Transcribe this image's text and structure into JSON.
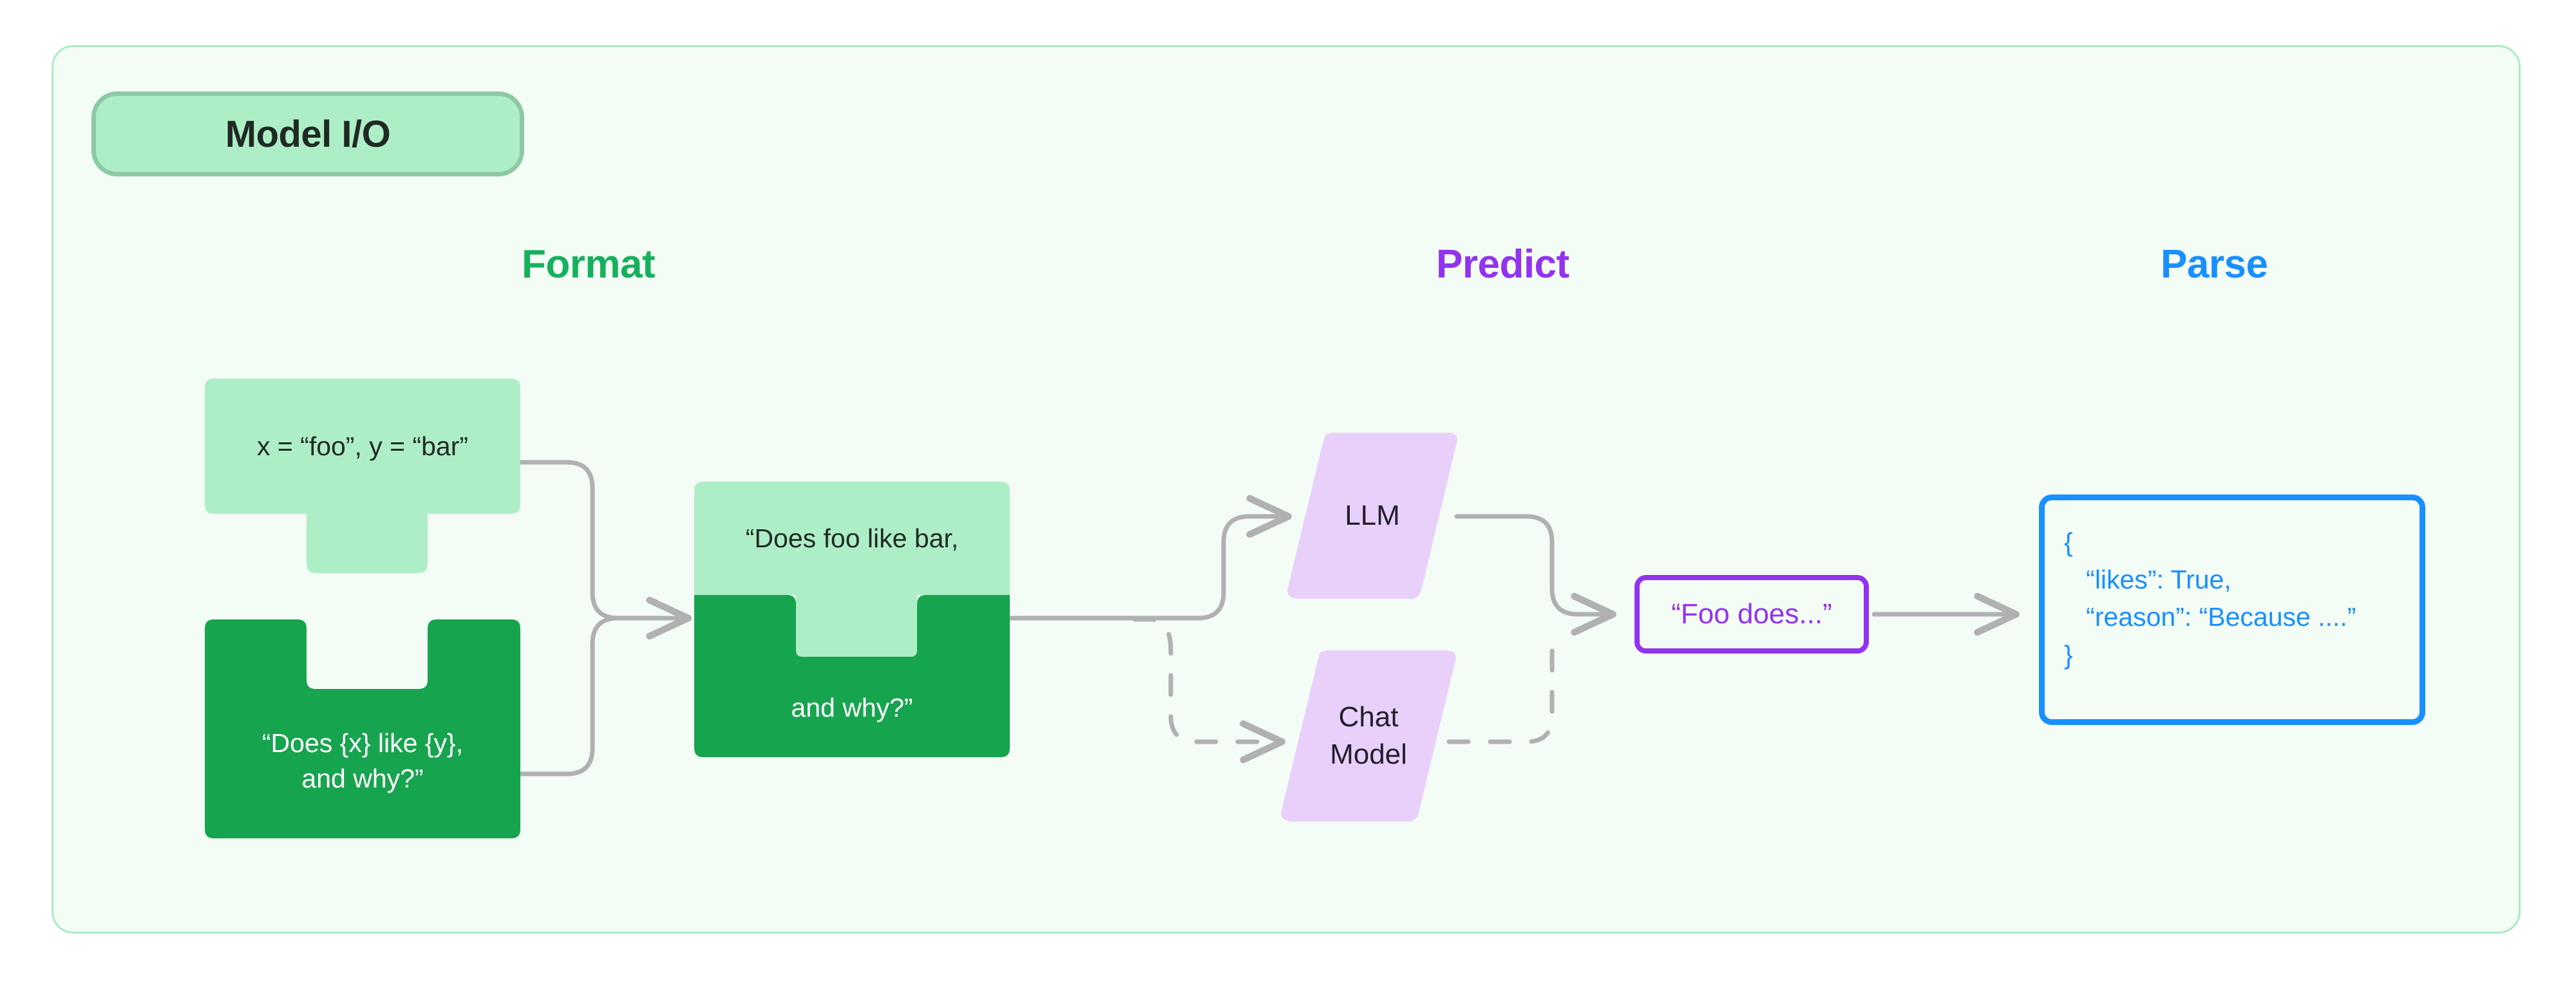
{
  "panel": {
    "badge_label": "Model I/O",
    "background_color": "#f4fcf6",
    "border_color": "#a9ecc3",
    "badge_fill": "#aeeec6",
    "badge_border": "#8dc9a4"
  },
  "columns": [
    {
      "id": "format",
      "label": "Format",
      "color": "#17b15d"
    },
    {
      "id": "predict",
      "label": "Predict",
      "color": "#9233f0"
    },
    {
      "id": "parse",
      "label": "Parse",
      "color": "#1890ff"
    }
  ],
  "format": {
    "values_piece": {
      "label": "x = “foo”, y = “bar”",
      "fill": "#aeeec6",
      "text_color": "#1f2a24",
      "shape": "tab-down"
    },
    "template_piece": {
      "label": "“Does {x} like {y},\nand why?”",
      "fill": "#17a44f",
      "text_color": "#ffffff",
      "shape": "notch-top"
    },
    "merged_piece": {
      "top_label": "“Does foo like bar,",
      "bottom_label": "and why?”",
      "top_fill": "#aeeec6",
      "bottom_fill": "#17a44f",
      "top_text_color": "#1f2a24",
      "bottom_text_color": "#ffffff"
    }
  },
  "predict": {
    "models": [
      {
        "id": "llm",
        "label": "LLM",
        "fill": "#e9d0fb",
        "line_style": "solid"
      },
      {
        "id": "chat-model",
        "label": "Chat\nModel",
        "fill": "#e9d0fb",
        "line_style": "dashed"
      }
    ],
    "output_box": {
      "label": "“Foo does...”",
      "border_color": "#9233f0",
      "text_color": "#9233f0"
    }
  },
  "parse": {
    "json_box": {
      "border_color": "#1890ff",
      "text_color": "#1890ff",
      "lines": [
        "{",
        "   “likes”: True,",
        "   “reason”: “Because ....”",
        "}"
      ]
    }
  },
  "connectors": {
    "line_color": "#b1b1b1",
    "arrow_color": "#b1b1b1"
  }
}
